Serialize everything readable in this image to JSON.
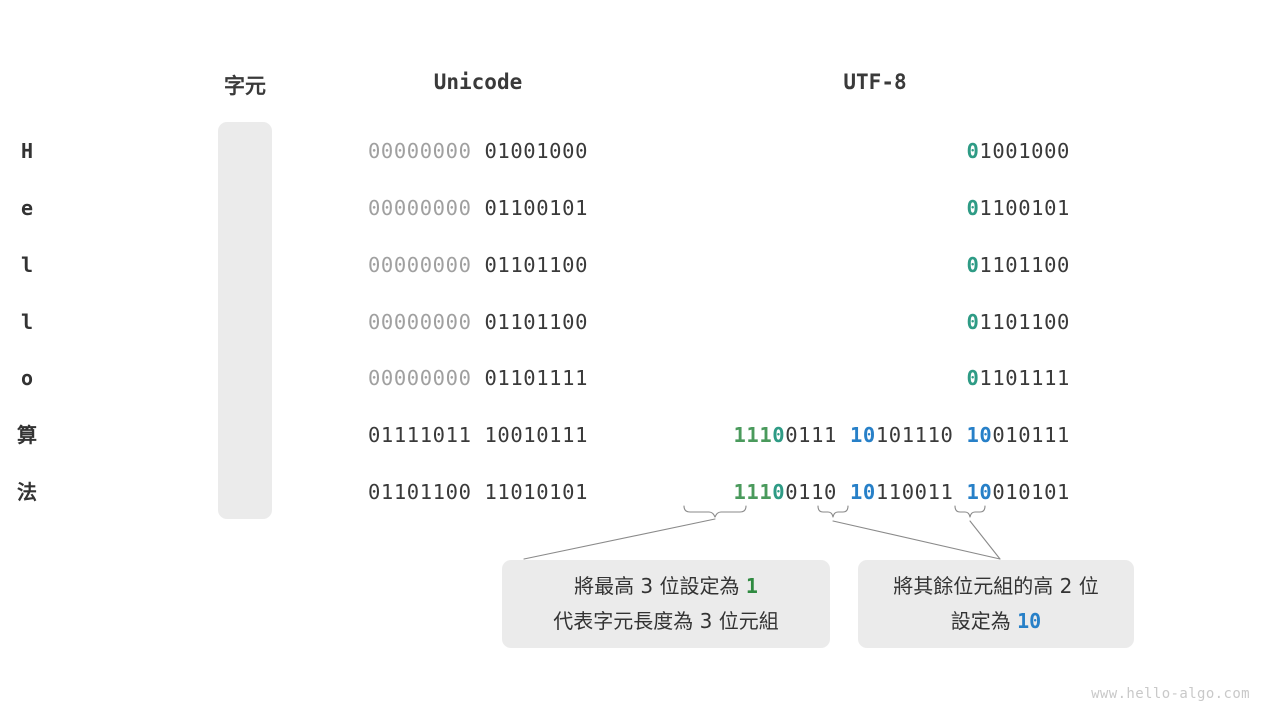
{
  "headers": {
    "character": "字元",
    "unicode": "Unicode",
    "utf8": "UTF-8"
  },
  "colors": {
    "green": "#4a9a5c",
    "teal": "#2e9b85",
    "blue": "#2780c8",
    "dark": "#3a3a3a",
    "dim": "#a0a0a0",
    "panel": "#ebebeb",
    "background": "#ffffff",
    "watermark": "#c9c9c9"
  },
  "rows": [
    {
      "char": "H",
      "unicode_high": "00000000",
      "unicode_low": "01001000",
      "utf8_prefix": "0",
      "utf8_rest": "1001000"
    },
    {
      "char": "e",
      "unicode_high": "00000000",
      "unicode_low": "01100101",
      "utf8_prefix": "0",
      "utf8_rest": "1100101"
    },
    {
      "char": "l",
      "unicode_high": "00000000",
      "unicode_low": "01101100",
      "utf8_prefix": "0",
      "utf8_rest": "1101100"
    },
    {
      "char": "l",
      "unicode_high": "00000000",
      "unicode_low": "01101100",
      "utf8_prefix": "0",
      "utf8_rest": "1101100"
    },
    {
      "char": "o",
      "unicode_high": "00000000",
      "unicode_low": "01101111",
      "utf8_prefix": "0",
      "utf8_rest": "1101111"
    },
    {
      "char": "算",
      "unicode_high": "01111011",
      "unicode_low": "10010111",
      "utf8_b1_green": "111",
      "utf8_b1_teal": "0",
      "utf8_b1_rest": "0111",
      "utf8_b2_blue": "10",
      "utf8_b2_rest": "101110",
      "utf8_b3_blue": "10",
      "utf8_b3_rest": "010111"
    },
    {
      "char": "法",
      "unicode_high": "01101100",
      "unicode_low": "11010101",
      "utf8_b1_green": "111",
      "utf8_b1_teal": "0",
      "utf8_b1_rest": "0110",
      "utf8_b2_blue": "10",
      "utf8_b2_rest": "110011",
      "utf8_b3_blue": "10",
      "utf8_b3_rest": "010101"
    }
  ],
  "notes": [
    {
      "line1_pre": "將最高 3 位設定為 ",
      "line1_hl": "1",
      "line2": "代表字元長度為 3 位元組"
    },
    {
      "line1": "將其餘位元組的高 2 位",
      "line2_pre": "設定為 ",
      "line2_hl": "10"
    }
  ],
  "watermark": "www.hello-algo.com"
}
